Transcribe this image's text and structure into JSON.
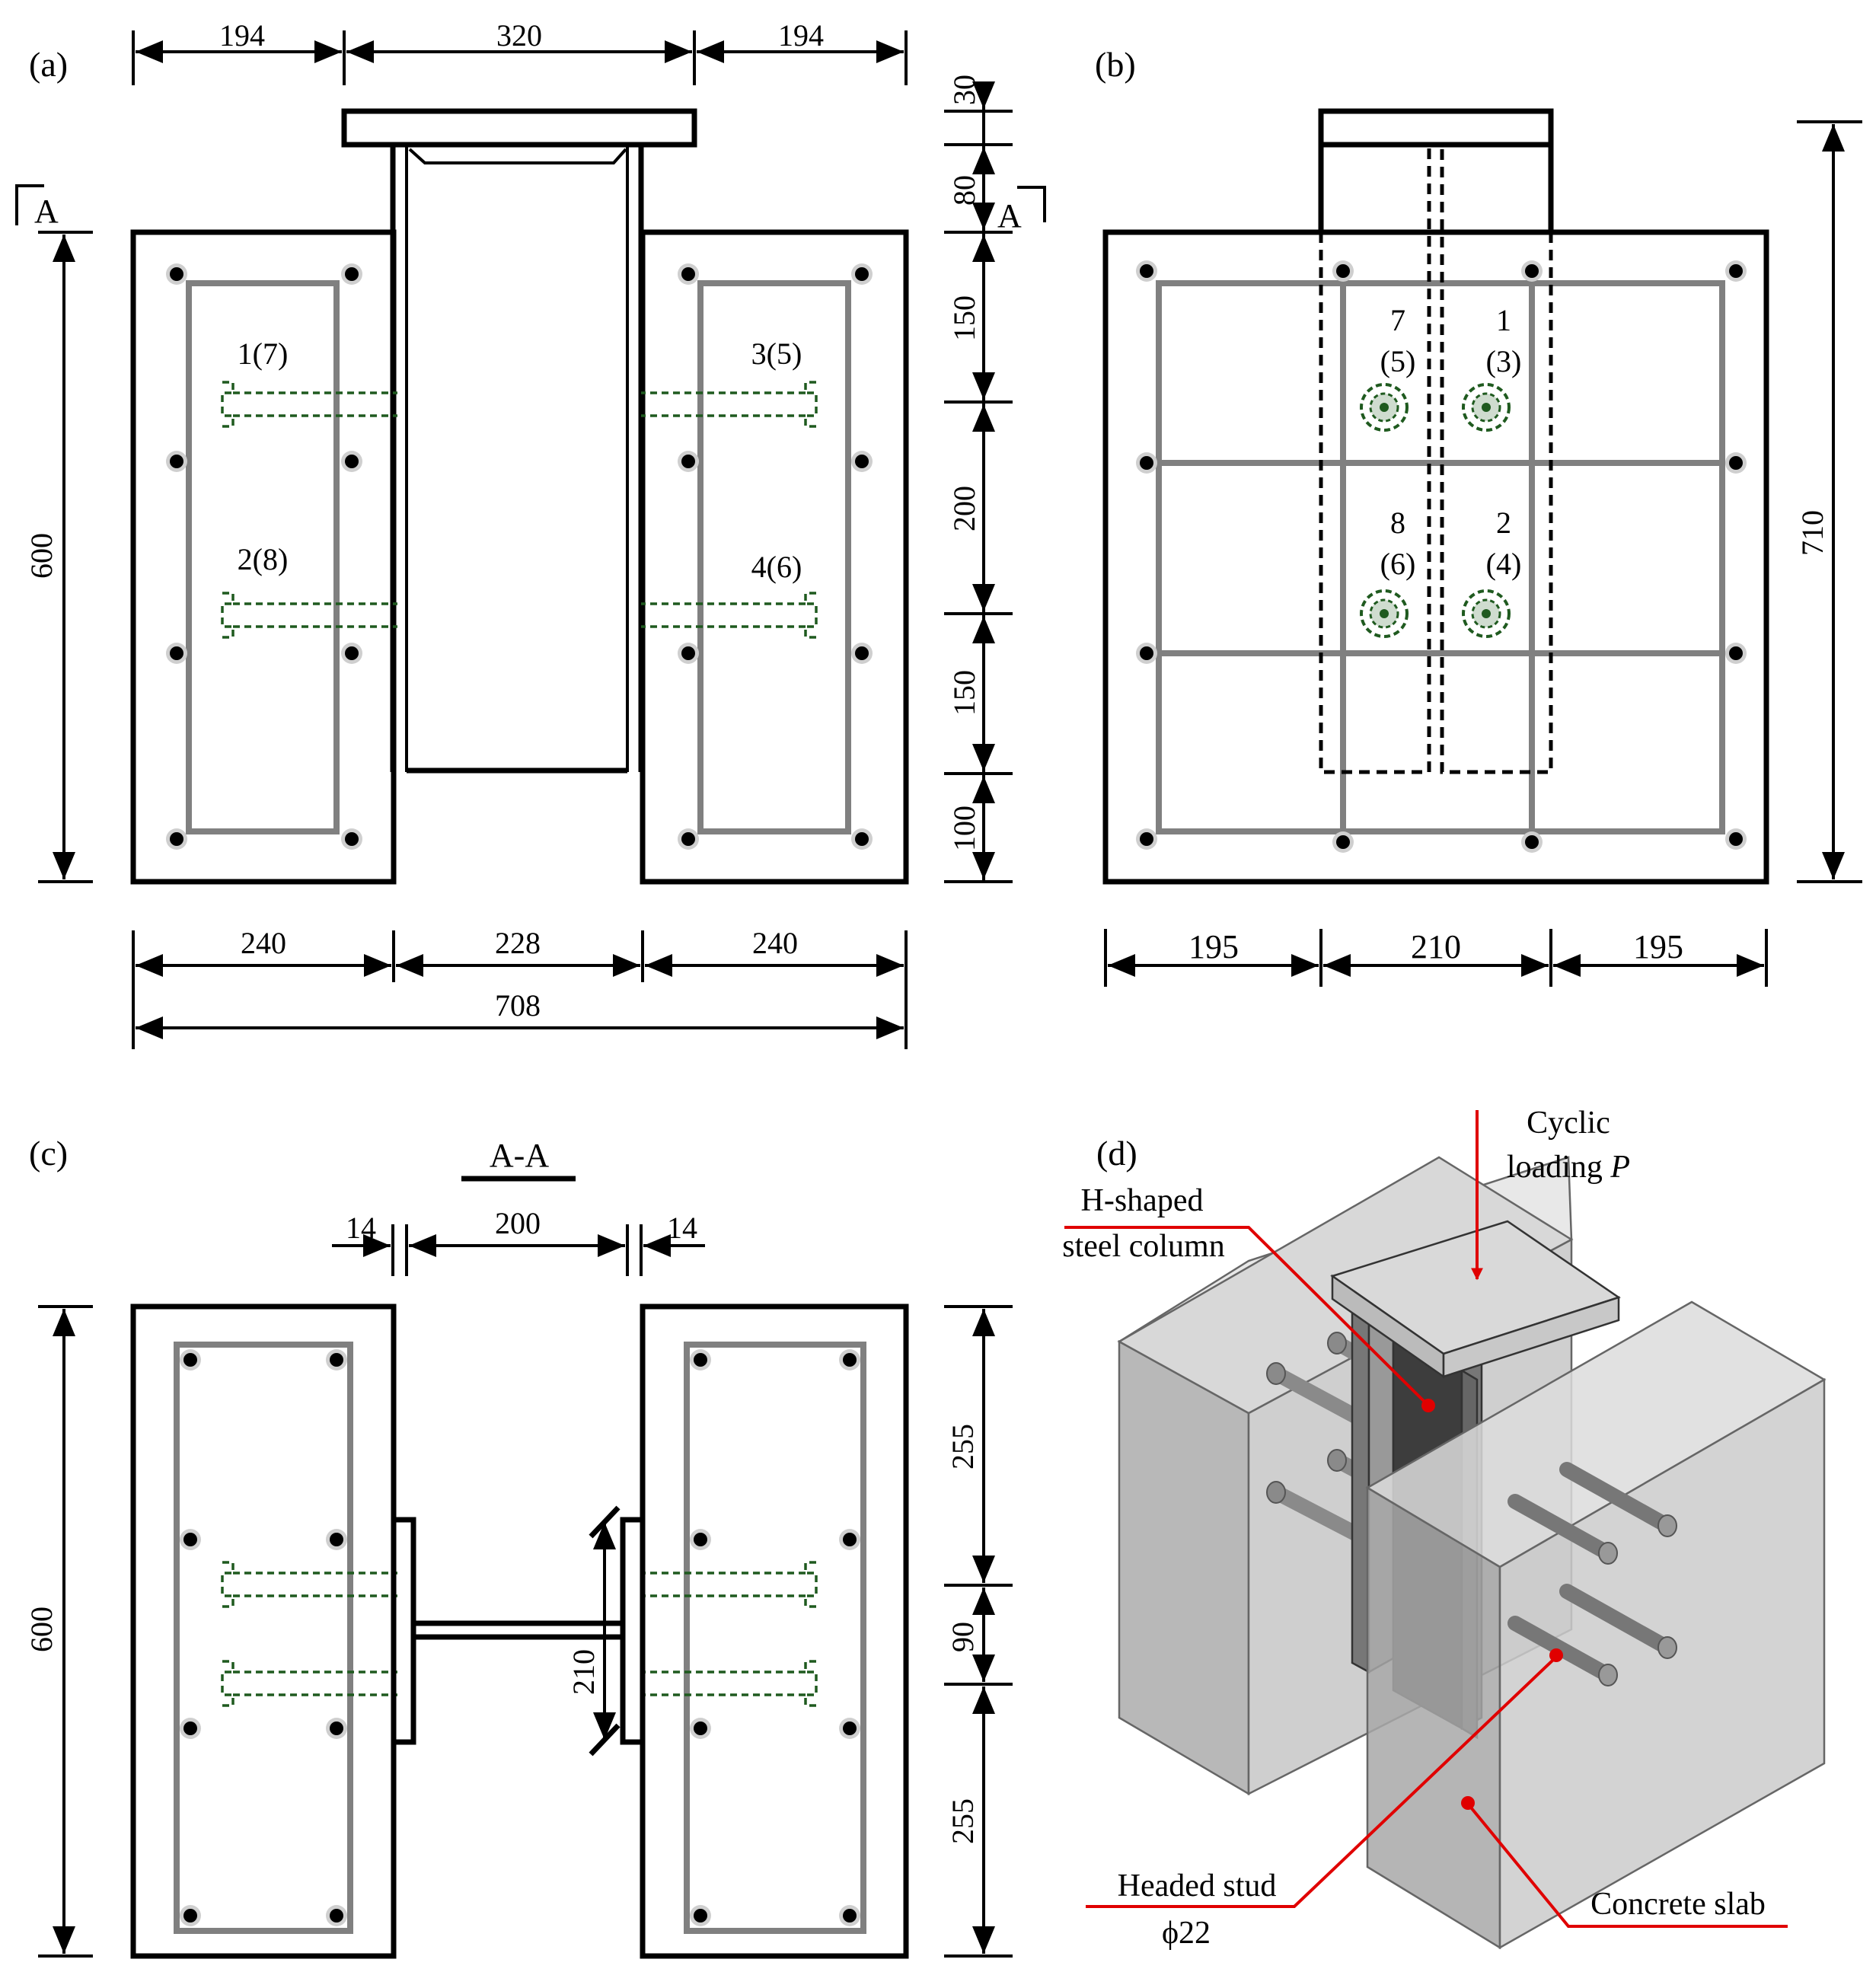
{
  "panels": {
    "a": "(a)",
    "b": "(b)",
    "c": "(c)",
    "d": "(d)"
  },
  "a": {
    "top_dims": [
      "194",
      "320",
      "194"
    ],
    "right_dims": [
      "30",
      "80",
      "150",
      "200",
      "150",
      "100"
    ],
    "left_dim": "600",
    "bottom_dims": [
      "240",
      "228",
      "240"
    ],
    "total_dim": "708",
    "section_mark": "A",
    "stud_labels": [
      "1(7)",
      "2(8)",
      "3(5)",
      "4(6)"
    ]
  },
  "b": {
    "bottom_dims": [
      "195",
      "210",
      "195"
    ],
    "right_dim": "710",
    "stud_labels": [
      {
        "n": "7",
        "m": "(5)"
      },
      {
        "n": "1",
        "m": "(3)"
      },
      {
        "n": "8",
        "m": "(6)"
      },
      {
        "n": "2",
        "m": "(4)"
      }
    ]
  },
  "c": {
    "title": "A-A",
    "top_dims": [
      "14",
      "200",
      "14"
    ],
    "left_dim": "600",
    "right_dims": [
      "255",
      "90",
      "255"
    ],
    "flange_dim": "210"
  },
  "d": {
    "load_line1": "Cyclic",
    "load_line2": "loading ",
    "load_var": "P",
    "column_line1": "H-shaped",
    "column_line2": "steel column",
    "stud_line1": "Headed stud",
    "stud_line2": "ϕ22",
    "slab": "Concrete slab"
  }
}
